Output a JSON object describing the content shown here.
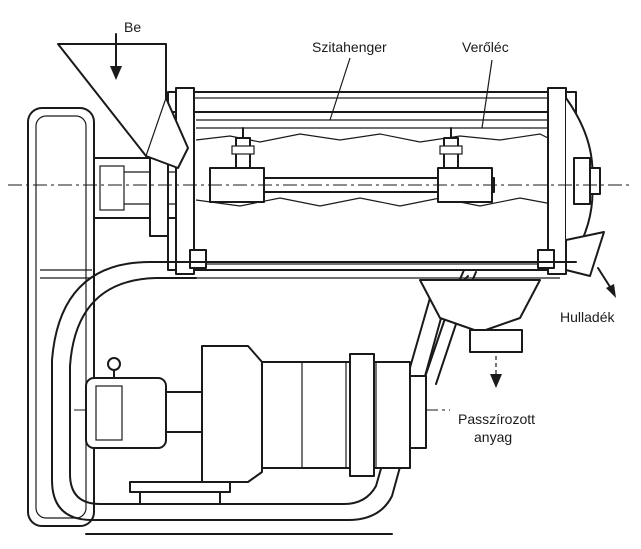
{
  "labels": {
    "inlet": "Be",
    "screen_cylinder": "Szitahenger",
    "beater_bar": "Verőléc",
    "waste": "Hulladék",
    "passed_material_line1": "Passzírozott",
    "passed_material_line2": "anyag"
  },
  "colors": {
    "ink": "#1a1a1a",
    "paper": "#ffffff"
  }
}
